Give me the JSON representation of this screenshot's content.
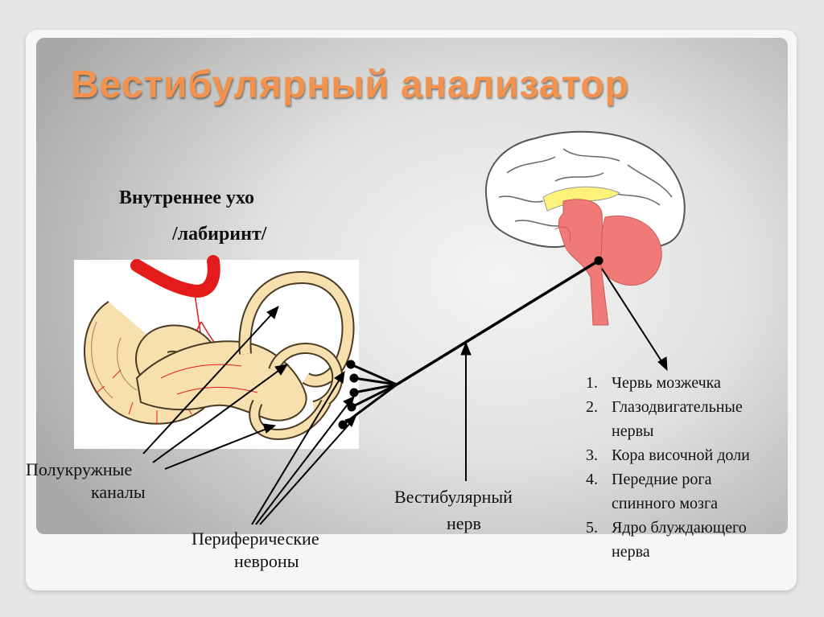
{
  "title": "Вестибулярный анализатор",
  "inner_ear": {
    "line1": "Внутреннее ухо",
    "line2": "/лабиринт/"
  },
  "labels": {
    "semicircular_canals": {
      "line1": "Полукружные",
      "line2": "каналы"
    },
    "peripheral_neurons": {
      "line1": "Периферические",
      "line2": "невроны"
    },
    "vestibular_nerve": {
      "line1": "Вестибулярный",
      "line2": "нерв"
    }
  },
  "list": [
    {
      "num": "1.",
      "line1": "Червь мозжечка",
      "line2": ""
    },
    {
      "num": "2.",
      "line1": "Глазодвигательные",
      "line2": "нервы"
    },
    {
      "num": "3.",
      "line1": "Кора височной доли",
      "line2": ""
    },
    {
      "num": "4.",
      "line1": "Передние рога",
      "line2": "спинного мозга"
    },
    {
      "num": "5.",
      "line1": "Ядро блуждающего",
      "line2": "нерва"
    }
  ],
  "colors": {
    "title": "#f2924c",
    "labyrinth_fill": "#f7dfae",
    "labyrinth_stroke": "#4a3b25",
    "blood_vessel": "#e41b1b",
    "brainstem": "#f07a78",
    "corpus_callosum": "#fff27a",
    "nerve_line": "#000000"
  }
}
